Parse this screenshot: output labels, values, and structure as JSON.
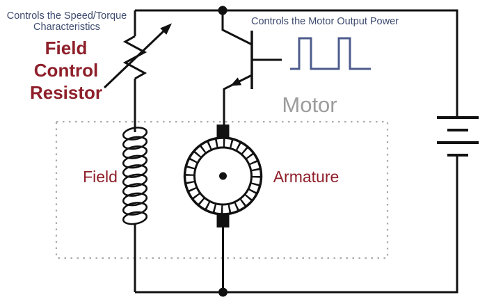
{
  "diagram": {
    "title_hint": "DC motor speed control circuit diagram",
    "annotations": {
      "speed_torque_line1": "Controls the Speed/Torque",
      "speed_torque_line2": "Characteristics",
      "fcr_line1": "Field",
      "fcr_line2": "Control",
      "fcr_line3": "Resistor",
      "motor_output_power": "Controls the Motor Output Power",
      "motor": "Motor",
      "field": "Field",
      "armature": "Armature"
    },
    "components": [
      "variable-resistor-symbol",
      "npn-transistor-symbol",
      "pwm-square-wave-symbol",
      "field-winding-coil-symbol",
      "armature-commutator-symbol",
      "battery-symbol",
      "motor-dotted-boundary"
    ],
    "colors": {
      "wire": "#111111",
      "annotation_navy": "#3d4a6e",
      "annotation_red": "#8e1f2a",
      "motor_gray": "#9c9c9c",
      "pwm_wave_blue": "#4d5c8d",
      "dotted_boundary_gray": "#aaaaaa",
      "background": "#ffffff"
    }
  }
}
